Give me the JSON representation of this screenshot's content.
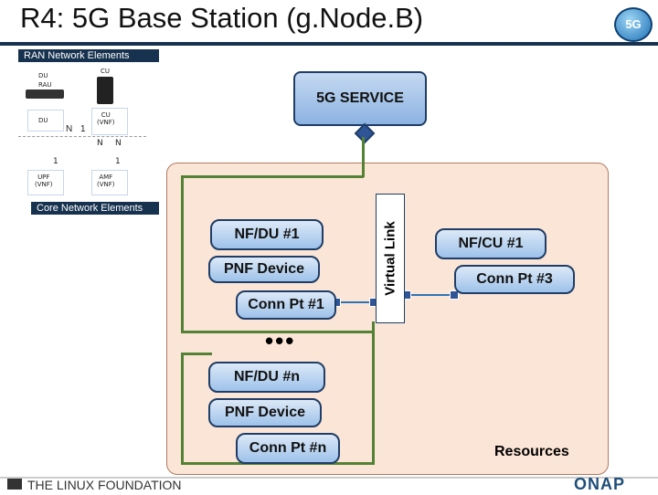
{
  "title": "R4: 5G Base Station (g.Node.B)",
  "badge": "5G",
  "ran": {
    "header": "RAN Network Elements",
    "du_label": "DU",
    "rau_label": "RAU",
    "cu_label": "CU",
    "du2_label": "DU",
    "cu_vnf_label": "CU\n(VNF)",
    "n1": "N",
    "one1": "1",
    "n2": "N",
    "n3": "N",
    "one2": "1",
    "one3": "1",
    "upf_label": "UPF\n(VNF)",
    "amf_label": "AMF\n(VNF)"
  },
  "core": {
    "header": "Core Network Elements"
  },
  "service": "5G SERVICE",
  "virtual_link": "Virtual Link",
  "nf_du_1": "NF/DU #1",
  "pnf_device_1": "PNF Device",
  "conn_pt_1": "Conn Pt #1",
  "nf_cu_1": "NF/CU #1",
  "conn_pt_3": "Conn Pt #3",
  "ellipsis": "•••",
  "nf_du_n": "NF/DU #n",
  "pnf_device_n": "PNF Device",
  "conn_pt_n": "Conn Pt #n",
  "resources": "Resources",
  "footer": {
    "foundation": "THE LINUX FOUNDATION",
    "onap": "ONAP"
  }
}
